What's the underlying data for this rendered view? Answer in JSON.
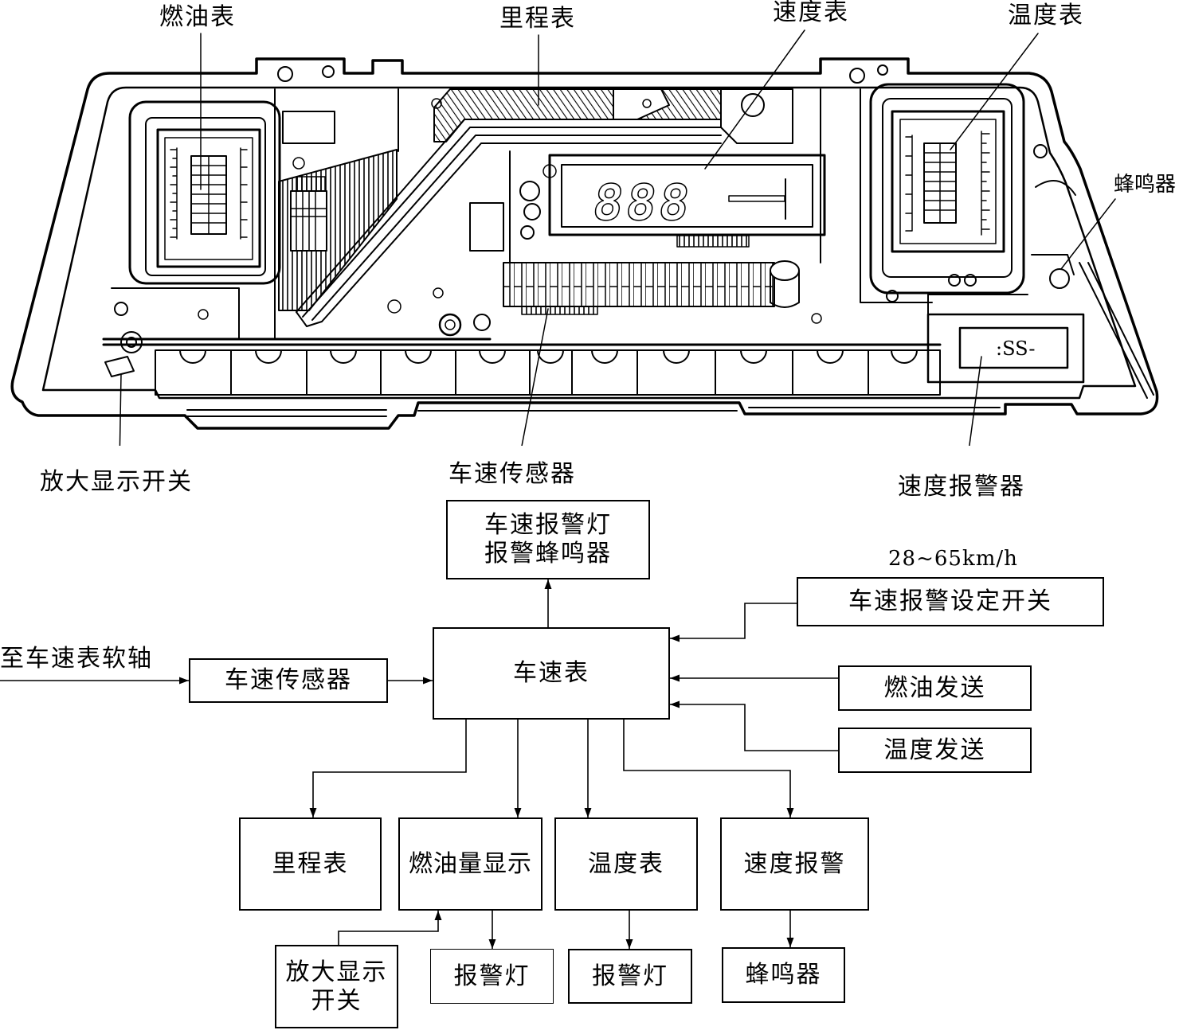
{
  "illustration": {
    "labels": {
      "fuel_gauge": "燃油表",
      "odometer": "里程表",
      "speedometer": "速度表",
      "temperature_gauge": "温度表",
      "buzzer": "蜂鸣器",
      "magnify_display_switch": "放大显示开关",
      "speed_sensor": "车速传感器",
      "speed_alarm": "速度报警器"
    },
    "display_digits": "888",
    "alarm_display": ":SS-"
  },
  "block_diagram": {
    "alarm_output": [
      "车速报警灯",
      "报警蜂鸣器"
    ],
    "alarm_speed_range": "28~65km/h",
    "alarm_set_switch": "车速报警设定开关",
    "speedometer": "车速表",
    "input_source": "至车速表软轴",
    "speed_sensor": "车速传感器",
    "fuel_sender": "燃油发送",
    "temperature_sender": "温度发送",
    "outputs": [
      "里程表",
      "燃油量显示",
      "温度表",
      "速度报警"
    ],
    "magnify_switch": [
      "放大显示",
      "开关"
    ],
    "indicators": [
      "报警灯",
      "报警灯",
      "蜂鸣器"
    ]
  }
}
